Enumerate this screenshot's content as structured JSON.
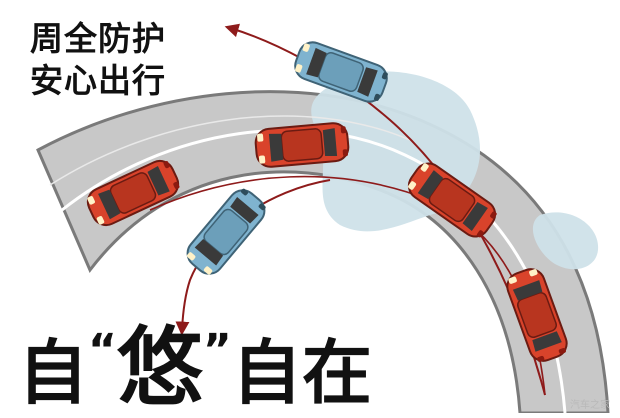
{
  "headline": {
    "line1": "周全防护",
    "line2": "安心出行"
  },
  "slogan": {
    "part1": "自",
    "quote_open": "“",
    "emphasis": "悠",
    "quote_close": "”",
    "part2": "自在"
  },
  "watermark": "汽车之家",
  "colors": {
    "road": "#c8c8c8",
    "road_edge": "#7a7a7a",
    "lane_line": "#ffffff",
    "water": "#cfe1e9",
    "car_red": "#d9432b",
    "car_blue": "#7fb3cf",
    "path_line": "#8e1b1b",
    "text": "#111111"
  },
  "icons": [
    "car-icon",
    "path-arrow-icon"
  ]
}
